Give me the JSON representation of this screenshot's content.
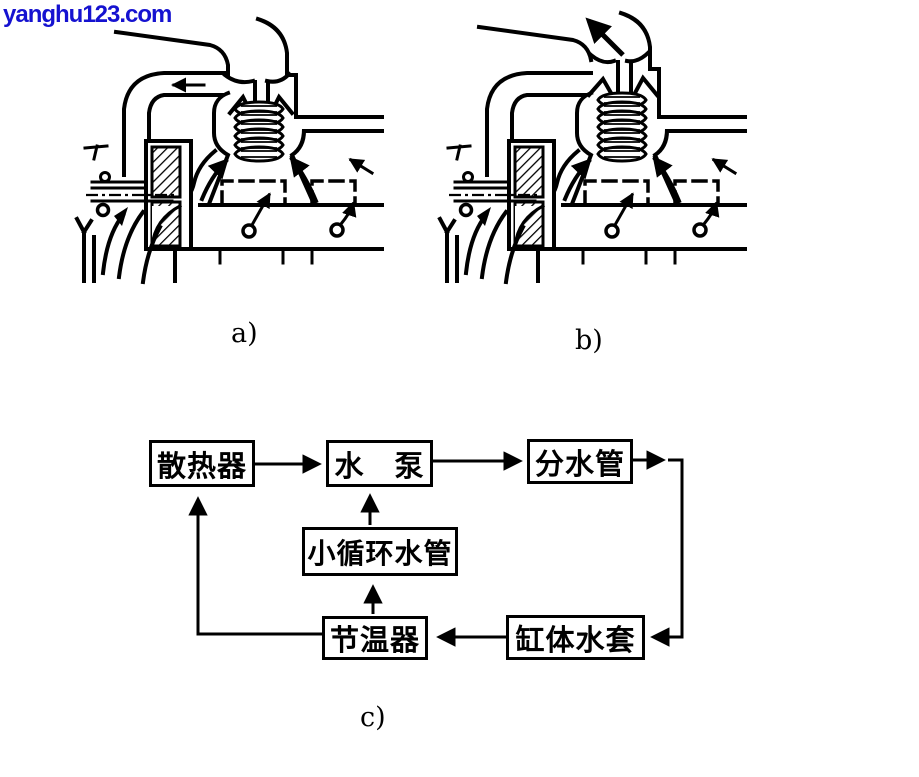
{
  "watermark": {
    "text": "yanghu123.com",
    "color": "#1512d0"
  },
  "panels": {
    "a_label": "a)",
    "b_label": "b)",
    "c_label": "c)"
  },
  "diagram_components": [
    "radiator-hose",
    "outlet-pipe",
    "valve-seat",
    "thermostat-bellows",
    "bypass-channel",
    "water-pump-impeller",
    "pump-shaft",
    "engine-block-deck",
    "flow-arrow"
  ],
  "flowchart": {
    "boxes": [
      {
        "id": "radiator",
        "label": "散热器"
      },
      {
        "id": "water-pump",
        "label": "水　泵"
      },
      {
        "id": "water-distribution-pipe",
        "label": "分水管"
      },
      {
        "id": "small-circulation-pipe",
        "label": "小循环水管"
      },
      {
        "id": "thermostat",
        "label": "节温器"
      },
      {
        "id": "cylinder-block-water-jacket",
        "label": "缸体水套"
      }
    ],
    "connections": [
      {
        "from": "radiator",
        "to": "water-pump"
      },
      {
        "from": "water-pump",
        "to": "water-distribution-pipe"
      },
      {
        "from": "water-distribution-pipe",
        "to": "cylinder-block-water-jacket"
      },
      {
        "from": "cylinder-block-water-jacket",
        "to": "thermostat"
      },
      {
        "from": "thermostat",
        "to": "small-circulation-pipe"
      },
      {
        "from": "small-circulation-pipe",
        "to": "water-pump"
      },
      {
        "from": "thermostat",
        "to": "radiator"
      }
    ]
  },
  "colors": {
    "ink": "#000000",
    "background": "#ffffff"
  }
}
